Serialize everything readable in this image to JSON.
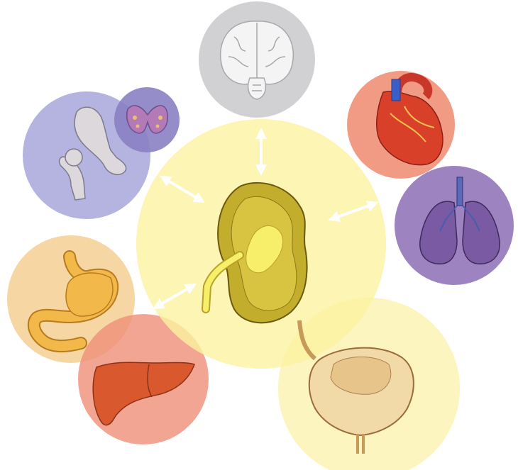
{
  "diagram": {
    "center": {
      "organ": "kidney-icon",
      "fill": "#fbf3a0"
    },
    "organs": [
      {
        "id": "brain",
        "icon": "brain-icon",
        "fill": "#c9c9cc"
      },
      {
        "id": "heart",
        "icon": "heart-icon",
        "fill": "#ef8a6e"
      },
      {
        "id": "lungs",
        "icon": "lungs-icon",
        "fill": "#8f72b6"
      },
      {
        "id": "bone",
        "icon": "hip-bone-icon",
        "fill": "#9c9ad6"
      },
      {
        "id": "thyroid",
        "icon": "thyroid-icon",
        "fill": "#8a7fc4"
      },
      {
        "id": "stomach",
        "icon": "stomach-icon",
        "fill": "#f4cc8c"
      },
      {
        "id": "liver",
        "icon": "liver-icon",
        "fill": "#f08e78"
      },
      {
        "id": "bladder",
        "icon": "bladder-icon",
        "fill": "#fbf3b4"
      }
    ],
    "arrow_color": "#ffffff"
  }
}
